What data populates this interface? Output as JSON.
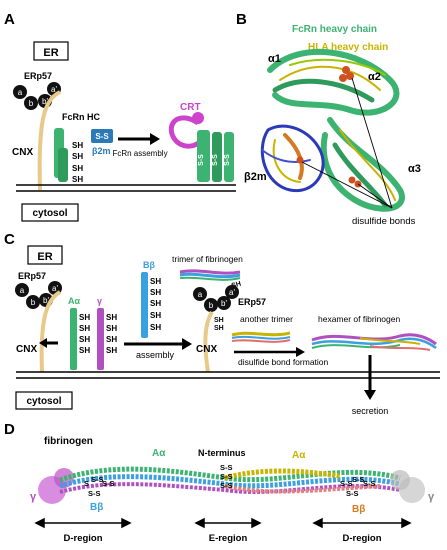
{
  "panelA": {
    "letter": "A",
    "er": "ER",
    "erp57": "ERp57",
    "dom_a": "a",
    "dom_b": "b",
    "dom_bp": "b'",
    "dom_ap": "a'",
    "fcrn_hc": "FcRn HC",
    "cnx": "CNX",
    "sh": "SH",
    "ss": "S-S",
    "b2m": "β2m",
    "fcrn_assembly": "FcRn assembly",
    "crt": "CRT",
    "cytosol": "cytosol"
  },
  "panelB": {
    "letter": "B",
    "fcrn_heavy": "FcRn heavy chain",
    "hla_heavy": "HLA heavy chain",
    "a1": "α1",
    "a2": "α2",
    "a3": "α3",
    "b2m": "β2m",
    "disulfide": "disulfide bonds"
  },
  "panelC": {
    "letter": "C",
    "er": "ER",
    "erp57_left": "ERp57",
    "erp57_right": "ERp57",
    "a_alpha": "Aα",
    "gamma": "γ",
    "b_beta": "Bβ",
    "sh": "SH",
    "assembly": "assembly",
    "cnx_left": "CNX",
    "cnx_right": "CNX",
    "trimer": "trimer of fibrinogen",
    "another_trimer": "another trimer",
    "hexamer": "hexamer of fibrinogen",
    "disulfide_formation": "disulfide bond formation",
    "secretion": "secretion",
    "cytosol": "cytosol"
  },
  "panelD": {
    "letter": "D",
    "fibrinogen": "fibrinogen",
    "a_alpha_left": "Aα",
    "n_terminus": "N-terminus",
    "a_alpha_right": "Aα",
    "gamma_left": "γ",
    "b_beta_left": "Bβ",
    "b_beta_right": "Bβ",
    "gamma_right": "γ",
    "d_region_left": "D-region",
    "e_region": "E-region",
    "d_region_right": "D-region",
    "ss": "S-S",
    "s": "S"
  },
  "colors": {
    "fcrn_green": "#3cb371",
    "hla_yellow": "#c8b400",
    "crt_magenta": "#cc44cc",
    "b2m_blue": "#2a7ab8",
    "cnx_tan": "#e8c98a",
    "bbeta_blue": "#3aa0e0",
    "gamma_violet": "#b050c0"
  }
}
